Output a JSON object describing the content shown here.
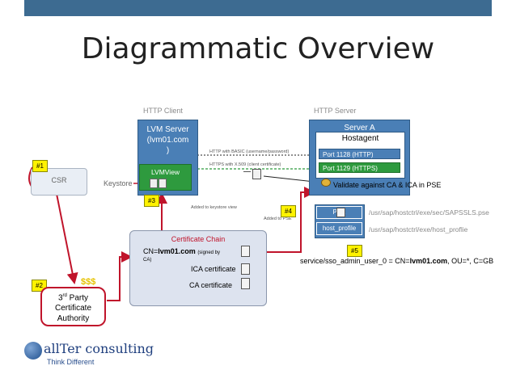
{
  "title": "Diagrammatic Overview",
  "http_client_label": "HTTP Client",
  "http_server_label": "HTTP Server",
  "lvm_server": {
    "title": "LVM Server\n(lvm01.com\n)",
    "view": "LVMView"
  },
  "server_a": {
    "title": "Server A",
    "hostagent": "Hostagent",
    "port_http": "Port 1128 (HTTP)",
    "port_https": "Port 1129 (HTTPS)"
  },
  "pse_box": {
    "pse": "PSE",
    "host_profile": "host_profile"
  },
  "paths": {
    "pse_path": "/usr/sap/hostctrl/exe/sec/SAPSSLS.pse",
    "profile_path": "/usr/sap/hostctrl/exe/host_proflie"
  },
  "arrows": {
    "basic": "HTTP with BASIC (username/password)",
    "x509": "HTTPS with X.509 (client certificate)",
    "added_keystore": "Added to keystore view",
    "added_pse": "Added to PSE",
    "validate": "Validate against CA & ICA in PSE"
  },
  "csr": "CSR",
  "keystore": "Keystore",
  "tags": [
    "#1",
    "#2",
    "#3",
    "#4",
    "#5"
  ],
  "money": "$$$",
  "third_party": {
    "line1_main": "3",
    "line1_sup": "rd",
    "line1_rest": " Party",
    "line2": "Certificate",
    "line3": "Authority"
  },
  "cert_chain": {
    "title": "Certificate Chain",
    "cn_prefix": "CN=",
    "cn_host": "lvm01.com",
    "signed_by": "(signed by",
    "ca_close": "CA)",
    "ica": "ICA certificate",
    "ca": "CA certificate"
  },
  "service": {
    "prefix": "service/sso_admin_user_0 = CN=",
    "host": "lvm01.com",
    "suffix": ", OU=*, C=GB"
  },
  "logo": {
    "name": "allTer consulting",
    "tagline": "Think Different"
  },
  "colors": {
    "blue": "#4a7fb6",
    "green": "#2e9a3e",
    "red": "#c0142b",
    "yellow": "#fff200",
    "scroll": "#dde3ef"
  }
}
